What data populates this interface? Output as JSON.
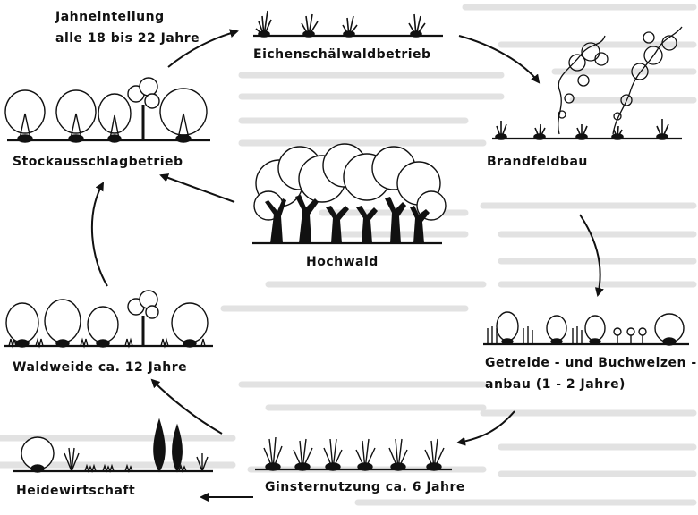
{
  "diagram": {
    "center": {
      "label": "Hochwald"
    },
    "stages": [
      {
        "id": "eichenschaelwald",
        "label": "Eichenschälwaldbetrieb"
      },
      {
        "id": "brandfeldbau",
        "label": "Brandfeldbau"
      },
      {
        "id": "getreide",
        "label_line1": "Getreide - und Buchweizen -",
        "label_line2": "anbau (1 - 2 Jahre)"
      },
      {
        "id": "ginsternutzung",
        "label": "Ginsternutzung ca. 6 Jahre"
      },
      {
        "id": "heidewirtschaft",
        "label": "Heidewirtschaft"
      },
      {
        "id": "waldweide",
        "label": "Waldweide ca. 12 Jahre"
      },
      {
        "id": "stockausschlag",
        "label": "Stockausschlagbetrieb"
      }
    ],
    "annotation": {
      "line1": "Jahneinteilung",
      "line2": "alle 18 bis 22 Jahre"
    }
  }
}
